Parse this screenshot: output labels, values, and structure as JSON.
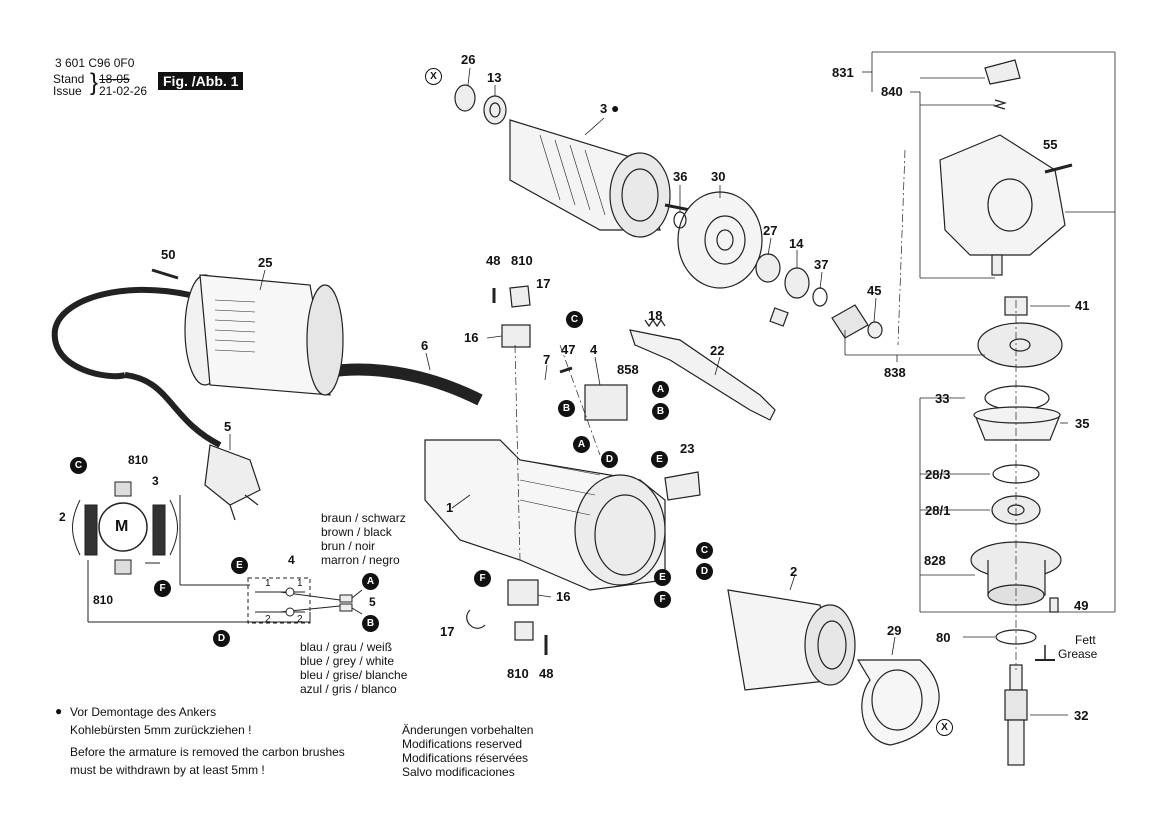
{
  "header": {
    "code": "3 601 C96 0F0",
    "stand_label": "Stand",
    "issue_label": "Issue",
    "stand_old": "18-05",
    "issue_date": "21-02-26",
    "figure": "Fig. /Abb. 1"
  },
  "part_numbers": {
    "p26": "26",
    "p13": "13",
    "p3": "3",
    "p36": "36",
    "p30": "30",
    "p27": "27",
    "p14": "14",
    "p37": "37",
    "p45": "45",
    "p50": "50",
    "p25": "25",
    "p48a": "48",
    "p810a": "810",
    "p17a": "17",
    "p16a": "16",
    "p18": "18",
    "p6": "6",
    "p7": "7",
    "p47": "47",
    "p4": "4",
    "p22": "22",
    "p858": "858",
    "p23": "23",
    "p5": "5",
    "p1": "1",
    "p16b": "16",
    "p17b": "17",
    "p810b": "810",
    "p48b": "48",
    "p2": "2",
    "p29": "29",
    "p831": "831",
    "p840": "840",
    "p55": "55",
    "p41": "41",
    "p838": "838",
    "p33": "33",
    "p35": "35",
    "p28_3": "28/3",
    "p28_1": "28/1",
    "p828": "828",
    "p49": "49",
    "p80": "80",
    "p32": "32"
  },
  "wiring": {
    "p810_top": "810",
    "p3": "3",
    "p2": "2",
    "p810_bottom": "810",
    "p4": "4",
    "p5": "5",
    "motor": "M",
    "t1a": "1",
    "t1b": "1",
    "t2a": "2",
    "t2b": "2"
  },
  "wire_colors_top": [
    "braun  / schwarz",
    "brown  / black",
    "brun    / noir",
    "marron / negro"
  ],
  "wire_colors_bottom": [
    "blau / grau / weiß",
    "blue / grey / white",
    "bleu / grise/ blanche",
    "azul / gris  / blanco"
  ],
  "grease": {
    "de": "Fett",
    "en": "Grease"
  },
  "notes": {
    "bullet": "●",
    "de1": "Vor Demontage des Ankers",
    "de2": "Kohlebürsten 5mm zurückziehen !",
    "en1": "Before the armature is removed the carbon brushes",
    "en2": "must be withdrawn by at least 5mm !"
  },
  "modifications": [
    "Änderungen vorbehalten",
    "Modifications reserved",
    "Modifications réservées",
    "Salvo modificaciones"
  ],
  "badges": {
    "A": "A",
    "B": "B",
    "C": "C",
    "D": "D",
    "E": "E",
    "F": "F",
    "X": "X"
  }
}
